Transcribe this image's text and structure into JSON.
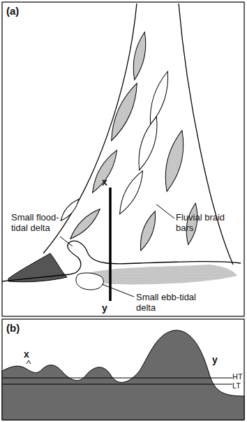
{
  "diagram": {
    "labels": [
      "(a)",
      "x",
      "y",
      "Fluvial braid bars",
      "Small flood-tidal delta",
      "Small ebb-tidal delta",
      "(b)",
      "x",
      "y",
      "HT",
      "LT"
    ]
  }
}
